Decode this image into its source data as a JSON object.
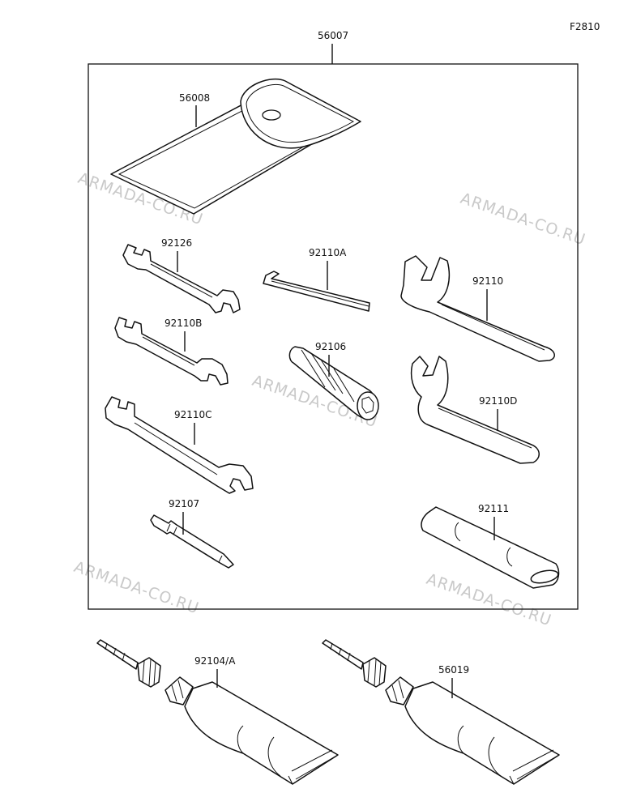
{
  "figure_code": "F2810",
  "assembly_label": "56007",
  "watermark": "ARMADA-CO.RU",
  "parts": {
    "pouch": "56008",
    "wrench_92126": "92126",
    "hex_key": "92110A",
    "hook_wrench_92110": "92110",
    "wrench_92110B": "92110B",
    "box_driver": "92106",
    "hook_wrench_92110D": "92110D",
    "wrench_92110C": "92110C",
    "screwdriver_bit": "92107",
    "extension_handle": "92111",
    "grease_tube_1": "92104/A",
    "grease_tube_2": "56019"
  }
}
